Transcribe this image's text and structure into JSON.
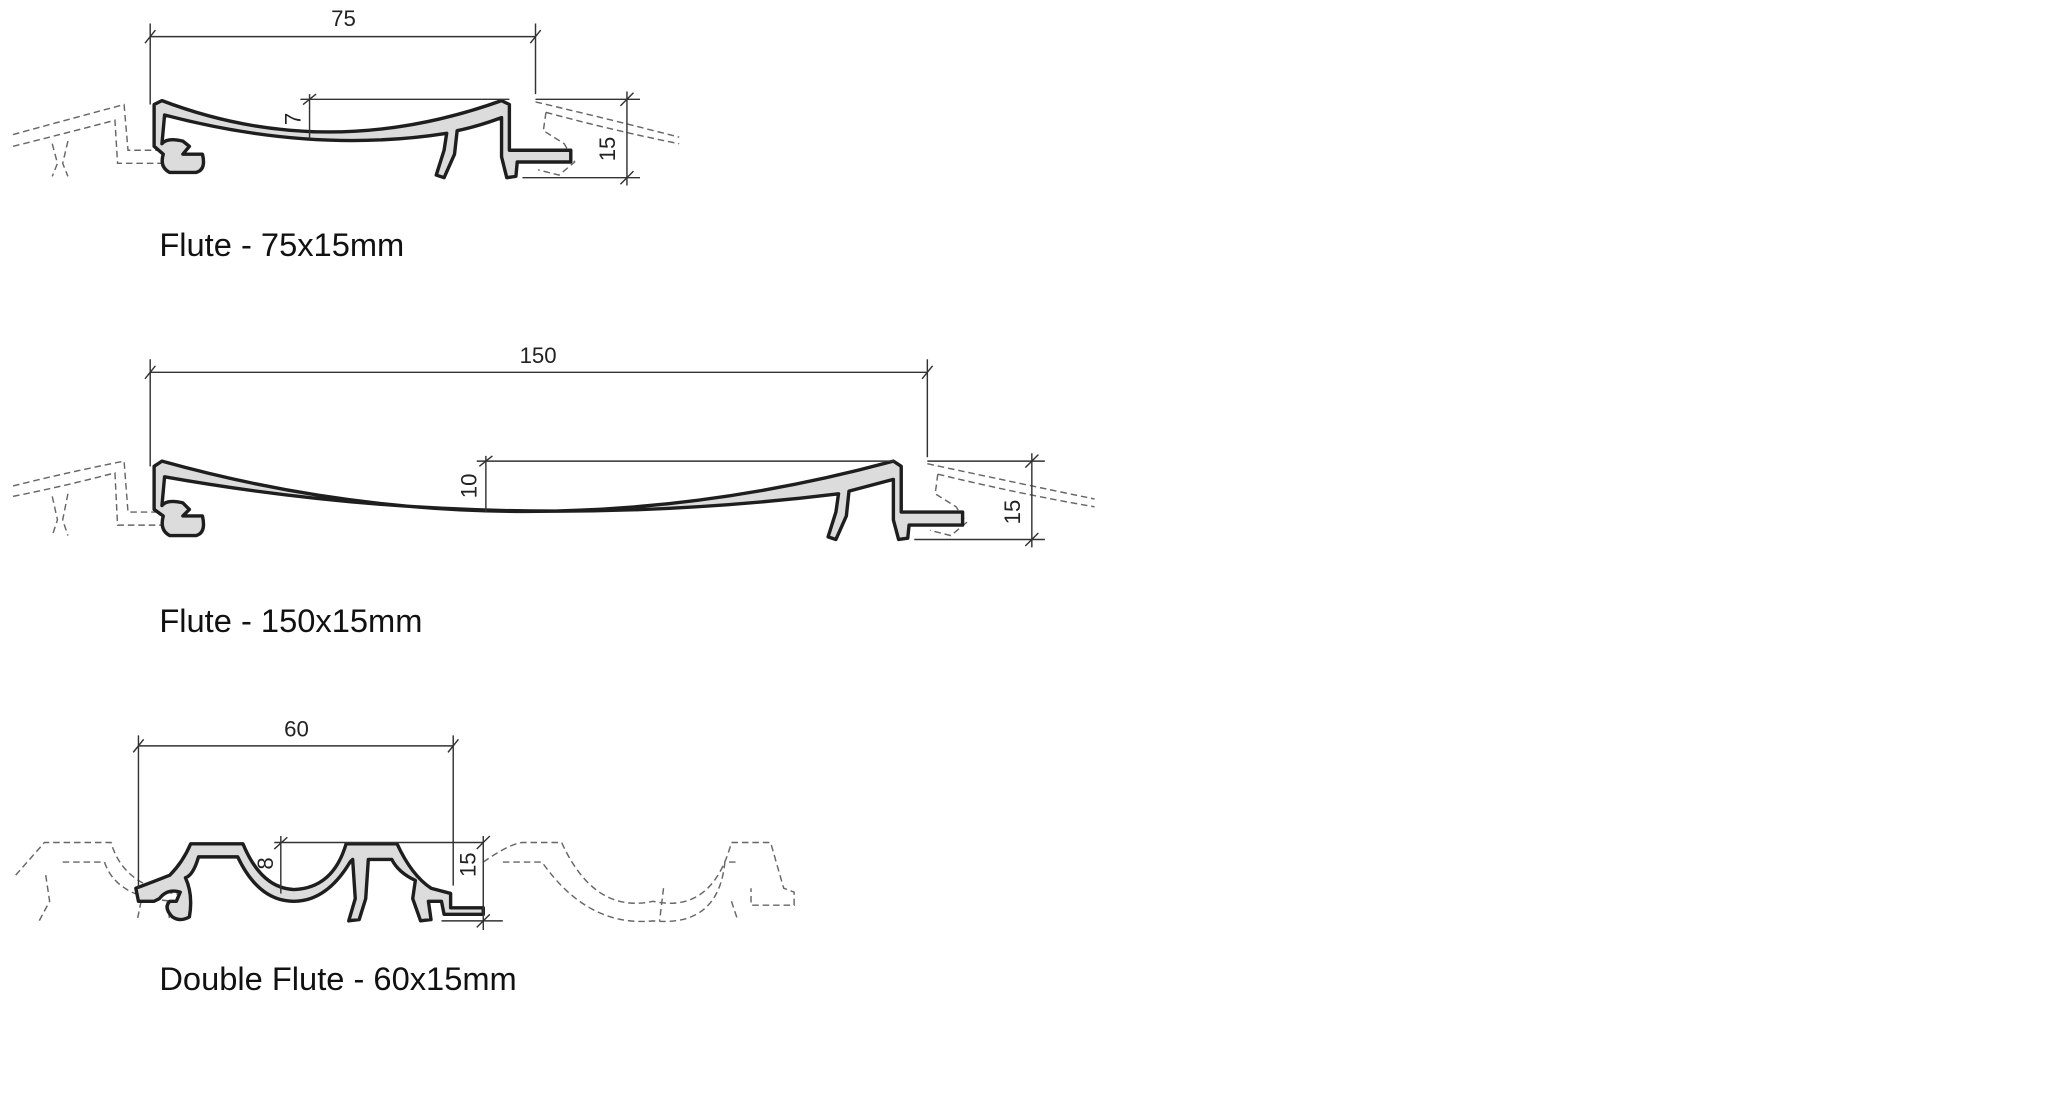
{
  "profiles": [
    {
      "caption": "Flute - 75x15mm",
      "width_label": "75",
      "depth_label": "7",
      "height_label": "15"
    },
    {
      "caption": "Flute - 150x15mm",
      "width_label": "150",
      "depth_label": "10",
      "height_label": "15"
    },
    {
      "caption": "Double Flute - 60x15mm",
      "width_label": "60",
      "depth_label": "8",
      "height_label": "15"
    }
  ],
  "colors": {
    "profile_fill": "#dcdcdc",
    "profile_stroke": "#1e1e1e",
    "ghost_stroke": "#666666"
  }
}
